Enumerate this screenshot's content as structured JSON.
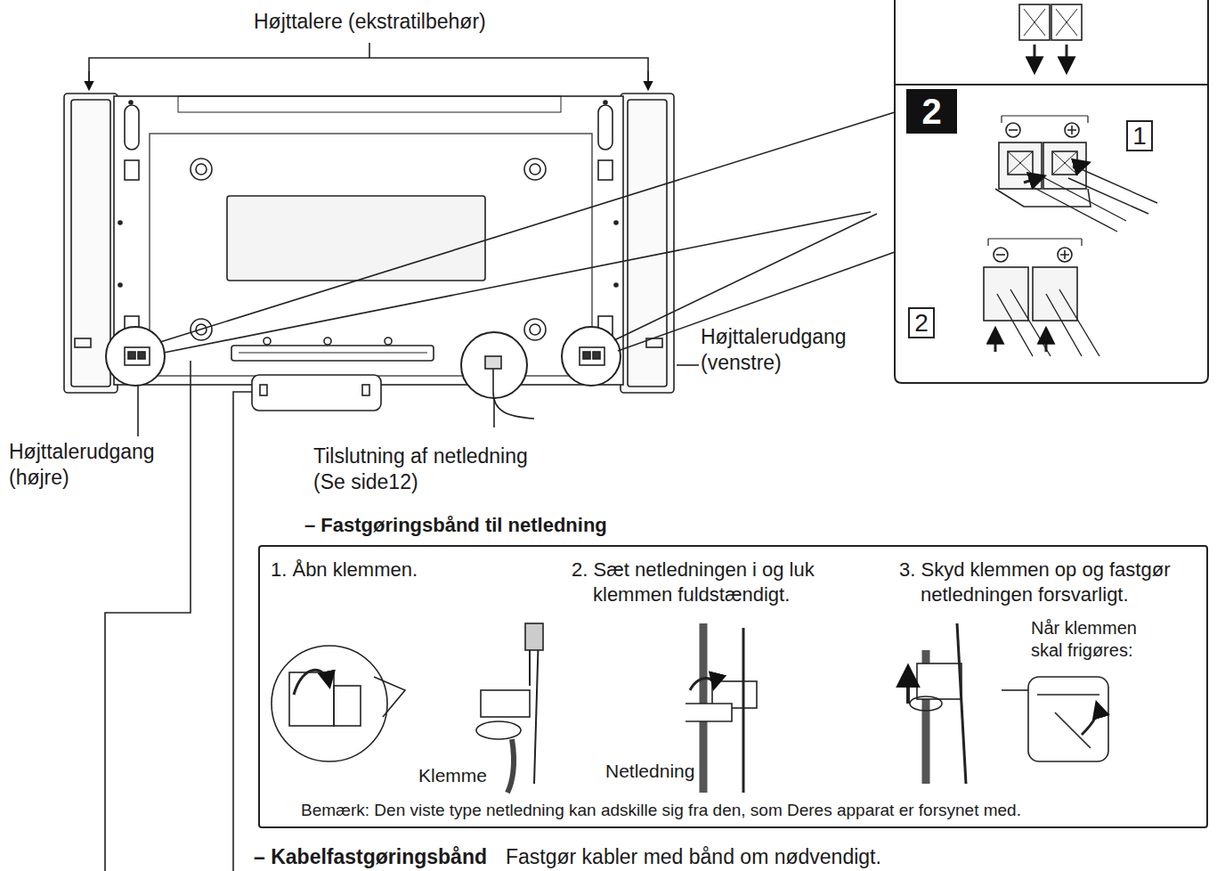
{
  "diagram": {
    "nodes": [
      {
        "text": [
          "2"
        ]
      },
      {
        "text": [
          "1"
        ]
      },
      {
        "text": [
          "2"
        ]
      },
      {
        "text": [
          "– Fastgøringsbånd til netledning",
          "1. Åbn klemmen.",
          "2. Sæt netledningen i og luk klemmen fuldstændigt.",
          "3. Skyd klemmen op og fastgør netledningen forsvarligt.",
          "Bemærk: Den viste type netledning kan adskille sig fra den, som Deres apparat er forsynet med."
        ]
      }
    ],
    "labels": [
      "Højttalere (ekstratilbehør)",
      "Højttalerudgang (venstre)",
      "Højttalerudgang (højre)",
      "Tilslutning af netledning (Se side12)",
      "Klemme",
      "Netledning",
      "Når klemmen skal frigøres:",
      "– Kabelfastgøringsbånd",
      "Fastgør kabler med bånd om nødvendigt."
    ]
  }
}
